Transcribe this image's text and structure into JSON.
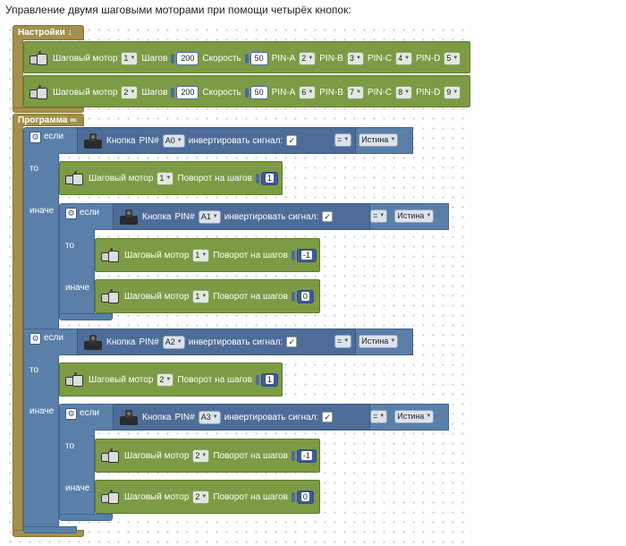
{
  "heading": "Управление двумя шаговыми моторами при помощи четырёх кнопок:",
  "settings": {
    "label": "Настройки ↓",
    "motors": [
      {
        "motor_label": "Шаговый мотор",
        "id": "1",
        "steps_label": "Шагов",
        "steps": "200",
        "speed_label": "Скорость",
        "speed": "50",
        "pins": [
          {
            "label": "PIN-A",
            "value": "2"
          },
          {
            "label": "PIN-B",
            "value": "3"
          },
          {
            "label": "PIN-C",
            "value": "4"
          },
          {
            "label": "PIN-D",
            "value": "5"
          }
        ]
      },
      {
        "motor_label": "Шаговый мотор",
        "id": "2",
        "steps_label": "Шагов",
        "steps": "200",
        "speed_label": "Скорость",
        "speed": "50",
        "pins": [
          {
            "label": "PIN-A",
            "value": "6"
          },
          {
            "label": "PIN-B",
            "value": "7"
          },
          {
            "label": "PIN-C",
            "value": "8"
          },
          {
            "label": "PIN-D",
            "value": "9"
          }
        ]
      }
    ]
  },
  "program": {
    "label": "Программа ∞",
    "keywords": {
      "if": "если",
      "then": "то",
      "else": "иначе"
    },
    "button_label": "Кнопка",
    "pin_label": "PIN#",
    "invert_label": "инвертировать сигнал:",
    "check": "✓",
    "op": "=",
    "truth": "Истина",
    "motor_label": "Шаговый мотор",
    "rotate_label": "Поворот на шагов",
    "blocks": [
      {
        "pin": "A0",
        "then_motor": "1",
        "then_steps": "1",
        "inner": {
          "pin": "A1",
          "then_motor": "1",
          "then_steps": "-1",
          "else_motor": "1",
          "else_steps": "0"
        }
      },
      {
        "pin": "A2",
        "then_motor": "2",
        "then_steps": "1",
        "inner": {
          "pin": "A3",
          "then_motor": "2",
          "then_steps": "-1",
          "else_motor": "2",
          "else_steps": "0"
        }
      }
    ]
  },
  "colors": {
    "settings": "#a3904d",
    "motor": "#7c9b44",
    "logic": "#5a80aa"
  }
}
